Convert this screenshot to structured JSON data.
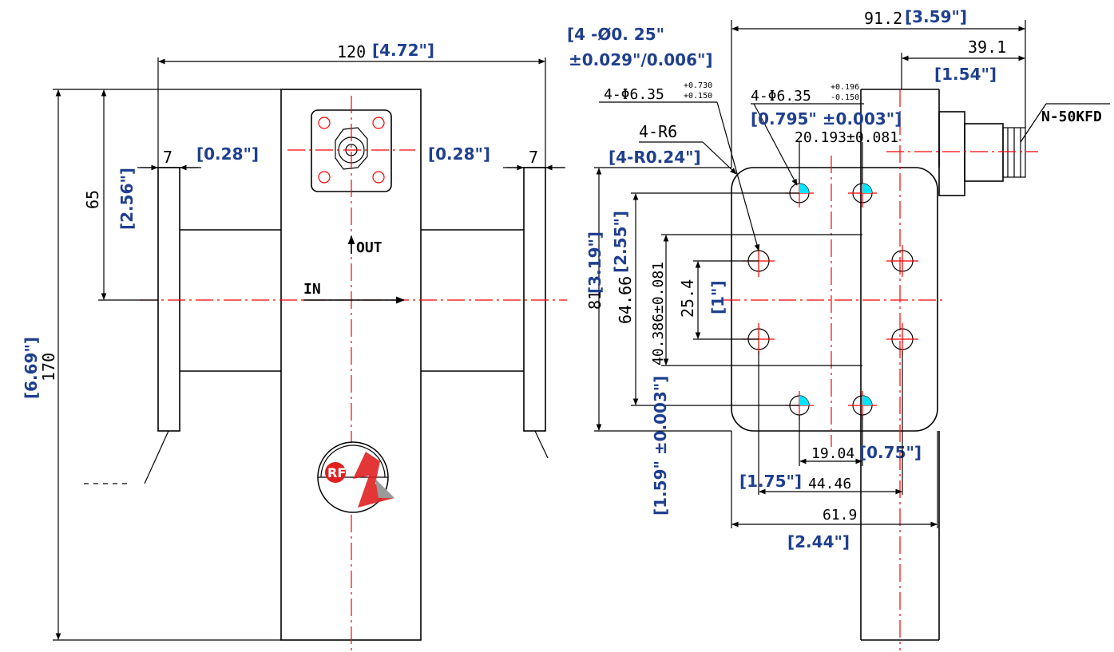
{
  "drawing": {
    "left_view": {
      "width_dim": "120",
      "width_inch": "[4.72\"]",
      "height_dim": "170",
      "height_inch": "[6.69\"]",
      "port_height_dim": "65",
      "port_height_inch": "[2.56\"]",
      "left_flange_dim": "7",
      "left_flange_inch": "[0.28\"]",
      "right_flange_dim": "7",
      "right_flange_inch": "[0.28\"]",
      "out_label": "OUT",
      "in_label": "IN",
      "logo_text": "RF"
    },
    "right_view": {
      "overall_dim": "91.2",
      "overall_inch": "[3.59\"]",
      "connector_dim": "39.1",
      "connector_inch": "[1.54\"]",
      "connector_label": "N-50KFD",
      "holes_inch_line1": "[4 -Ø0. 25\"",
      "holes_inch_line2": "±0.029\"/0.006\"]",
      "holes_a_dim": "4-Φ6.35",
      "holes_a_tol_top": "+0.730",
      "holes_a_tol_bottom": "+0.150",
      "holes_b_dim": "4-Φ6.35",
      "holes_b_tol_top": "+0.196",
      "holes_b_tol_bottom": "-0.150",
      "holes_b_inch": "[0.795\" ±0.003\"]",
      "center_spacing_dim": "20.193±0.081",
      "radius_dim": "4-R6",
      "radius_inch": "[4-R0.24\"]",
      "height_81": "81",
      "height_81_inch": "[3.19\"]",
      "height_6466": "64.66",
      "height_6466_inch": "[2.55\"]",
      "height_40386": "40.386±0.081",
      "height_40386_inch": "[1.59\" ±0.003\"]",
      "height_254": "25.4",
      "height_254_inch": "[1\"]",
      "width_1904": "19.04",
      "width_1904_inch": "[0.75\"]",
      "width_4446": "44.46",
      "width_4446_inch": "[1.75\"]",
      "width_619": "61.9",
      "width_619_inch": "[2.44\"]"
    },
    "colors": {
      "inch_text": "#1f3f8f",
      "centerline": "#ff0000",
      "hole_marker": "#00e5ff",
      "outline": "#000000"
    }
  }
}
